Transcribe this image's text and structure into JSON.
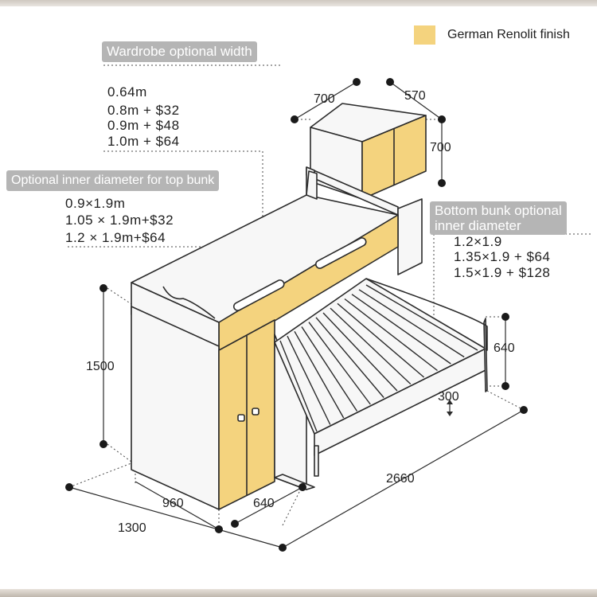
{
  "legend": {
    "label": "German Renolit finish",
    "color": "#f4d37e"
  },
  "wardrobe_width": {
    "title": "Wardrobe optional width",
    "options": [
      "0.64m",
      "0.8m + $32",
      "0.9m + $48",
      "1.0m + $64"
    ]
  },
  "top_bunk": {
    "title": "Optional inner diameter for top bunk",
    "options": [
      "0.9×1.9m",
      "1.05 × 1.9m+$32",
      "1.2 × 1.9m+$64"
    ]
  },
  "bottom_bunk": {
    "title_line1": "Bottom bunk optional",
    "title_line2": "inner diameter",
    "options": [
      "1.2×1.9",
      "1.35×1.9 + $64",
      "1.5×1.9 + $128"
    ]
  },
  "dimensions": {
    "cabinet_width": "700",
    "cabinet_depth": "570",
    "cabinet_height": "700",
    "bed_height": "1500",
    "bottom_headboard": "640",
    "under_clearance": "300",
    "length": "2660",
    "wardrobe_depth": "960",
    "stair_width": "640",
    "total_width": "1300"
  },
  "colors": {
    "finish": "#f4d37e",
    "line": "#2b2b2b",
    "panel": "#f7f7f7",
    "label_bg": "#b5b5b5"
  }
}
